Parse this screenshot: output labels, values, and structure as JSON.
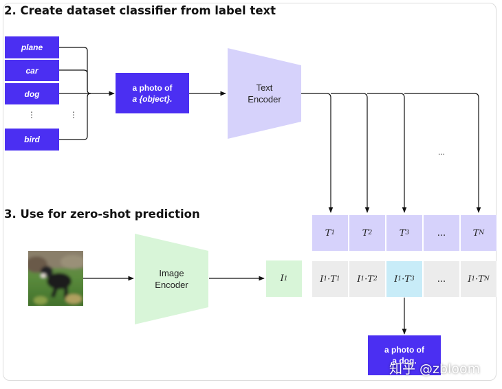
{
  "section2": {
    "title": "2. Create dataset classifier from label text"
  },
  "section3": {
    "title": "3. Use for zero-shot prediction"
  },
  "labels": [
    "plane",
    "car",
    "dog",
    "bird"
  ],
  "vdots": "⋮",
  "prompt": {
    "line1": "a photo of",
    "line2": "a {object}."
  },
  "text_encoder": {
    "line1": "Text",
    "line2": "Encoder"
  },
  "image_encoder": {
    "line1": "Image",
    "line2": "Encoder"
  },
  "ellipsis": "...",
  "text_features": [
    {
      "base": "T",
      "sub": "1"
    },
    {
      "base": "T",
      "sub": "2"
    },
    {
      "base": "T",
      "sub": "3"
    },
    {
      "base": "...",
      "sub": ""
    },
    {
      "base": "T",
      "sub": "N"
    }
  ],
  "image_feature": {
    "base": "I",
    "sub": "1"
  },
  "products": [
    {
      "a": "I",
      "as": "1",
      "dot": "·",
      "b": "T",
      "bs": "1"
    },
    {
      "a": "I",
      "as": "1",
      "dot": "·",
      "b": "T",
      "bs": "2"
    },
    {
      "a": "I",
      "as": "1",
      "dot": "·",
      "b": "T",
      "bs": "3"
    },
    {
      "a": "...",
      "as": "",
      "dot": "",
      "b": "",
      "bs": ""
    },
    {
      "a": "I",
      "as": "1",
      "dot": "·",
      "b": "T",
      "bs": "N"
    }
  ],
  "highlight_index": 2,
  "result": {
    "line1": "a photo of",
    "line2": "a dog."
  },
  "watermark": "知乎 @zbloom",
  "colors": {
    "accent": "#4b2ff2",
    "encoder_text": "#d6d2fb",
    "encoder_image": "#d8f5d8",
    "highlight": "#c8ecf8"
  }
}
